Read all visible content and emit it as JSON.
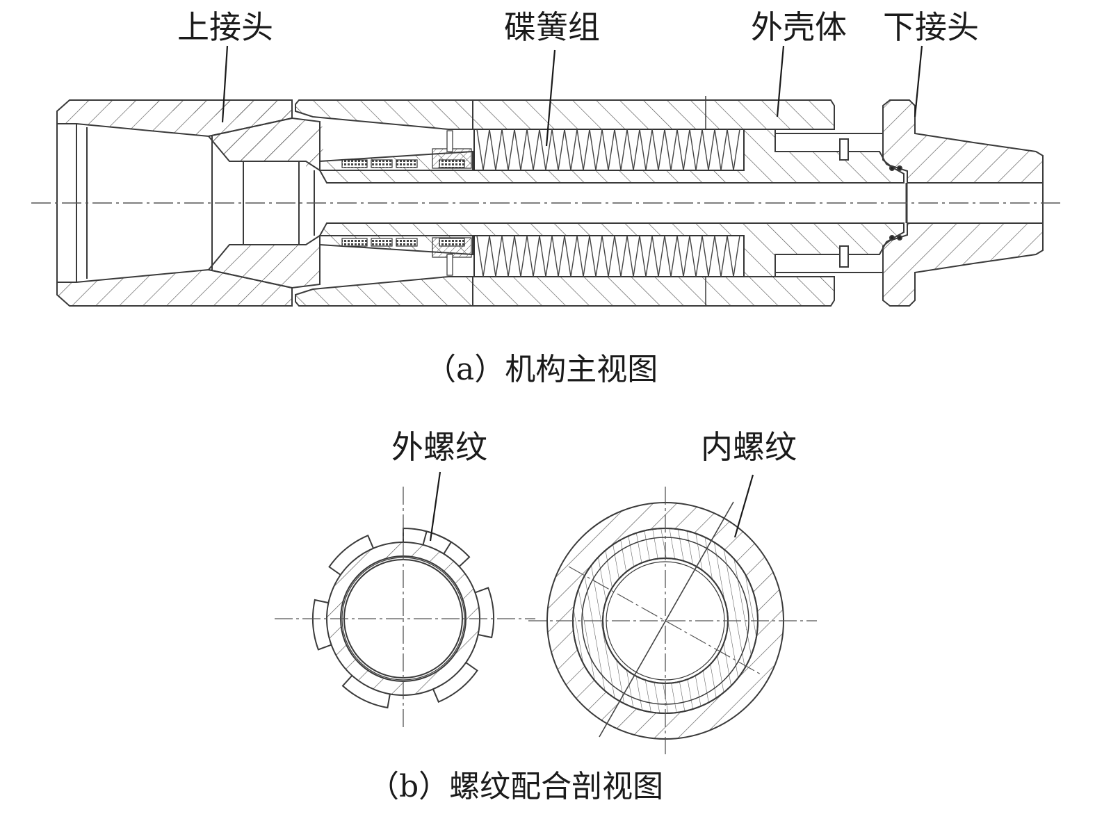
{
  "figure": {
    "main_view": {
      "labels": {
        "upper_joint": "上接头",
        "disc_spring_set": "碟簧组",
        "outer_housing": "外壳体",
        "lower_joint": "下接头"
      },
      "caption": "（a）机构主视图"
    },
    "thread_section": {
      "labels": {
        "external_thread": "外螺纹",
        "internal_thread": "内螺纹"
      },
      "caption": "（b）螺纹配合剖视图"
    },
    "colors": {
      "line": "#3a3a3a",
      "leader": "#1a1a1a",
      "background": "#ffffff"
    }
  }
}
